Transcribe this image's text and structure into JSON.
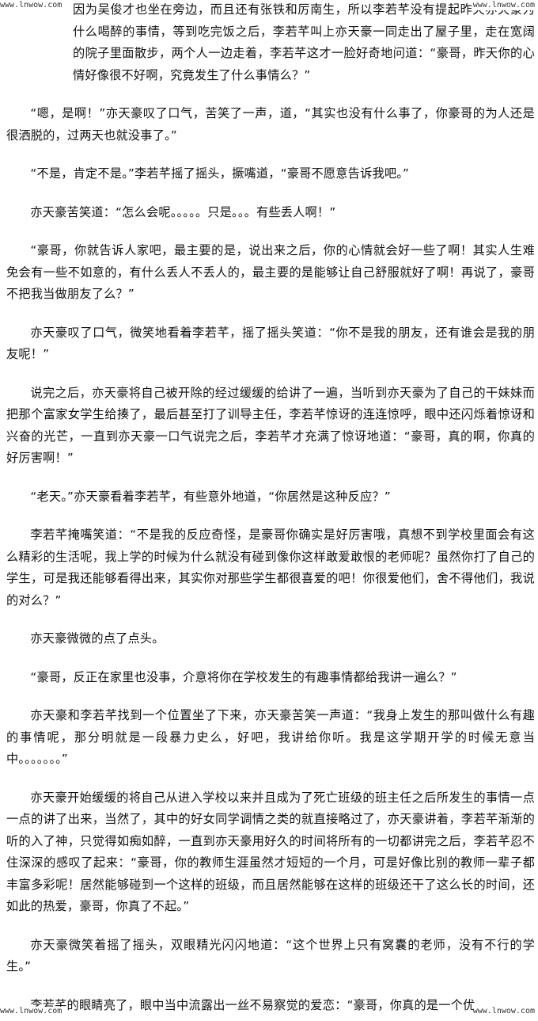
{
  "watermarks": {
    "top_left": "www.lnwow.com",
    "top_right": "www.lnwow.com",
    "bottom_left": "www.lnwow.com",
    "bottom_right": "www.lnwow.com"
  },
  "paragraphs": [
    "因为吴俊才也坐在旁边，而且还有张铁和厉南生，所以李若芊没有提起昨天亦天豪为什么喝醉的事情，等到吃完饭之后，李若芊叫上亦天豪一同走出了屋子里，走在宽阔的院子里面散步，两个人一边走着，李若芊这才一脸好奇地问道：“豪哥，昨天你的心情好像很不好啊，究竟发生了什么事情么？”",
    "“嗯，是啊！”亦天豪叹了口气，苦笑了一声，道，“其实也没有什么事了，你豪哥的为人还是很洒脱的，过两天也就没事了。”",
    "“不是，肯定不是。”李若芊摇了摇头，撅嘴道，“豪哥不愿意告诉我吧。”",
    "亦天豪苦笑道：“怎么会呢。。。。。只是。。。有些丢人啊！”",
    "“豪哥，你就告诉人家吧，最主要的是，说出来之后，你的心情就会好一些了啊！其实人生难免会有一些不如意的，有什么丢人不丢人的，最主要的是能够让自己舒服就好了啊！再说了，豪哥不把我当做朋友了么？”",
    "亦天豪叹了口气，微笑地看着李若芊，摇了摇头笑道：“你不是我的朋友，还有谁会是我的朋友呢！”",
    "说完之后，亦天豪将自己被开除的经过缓缓的给讲了一遍，当听到亦天豪为了自己的干妹妹而把那个富家女学生给揍了，最后甚至打了训导主任，李若芊惊讶的连连惊呼，眼中还闪烁着惊讶和兴奋的光芒，一直到亦天豪一口气说完之后，李若芊才充满了惊讶地道：“豪哥，真的啊，你真的好厉害啊！”",
    "“老天。”亦天豪看着李若芊，有些意外地道，“你居然是这种反应？”",
    "李若芊掩嘴笑道：“不是我的反应奇怪，是豪哥你确实是好厉害哦，真想不到学校里面会有这么精彩的生活呢，我上学的时候为什么就没有碰到像你这样敢爱敢恨的老师呢？虽然你打了自己的学生，可是我还能够看得出来，其实你对那些学生都很喜爱的吧！你很爱他们，舍不得他们，我说的对么？”",
    "亦天豪微微的点了点头。",
    "“豪哥，反正在家里也没事，介意将你在学校发生的有趣事情都给我讲一遍么？”",
    "亦天豪和李若芊找到一个位置坐了下来，亦天豪苦笑一声道：“我身上发生的那叫做什么有趣的事情呢，那分明就是一段暴力史么，好吧，我讲给你听。我是这学期开学的时候无意当中。。。。。。。”",
    "亦天豪开始缓缓的将自己从进入学校以来并且成为了死亡班级的班主任之后所发生的事情一点一点的讲了出来，当然了，其中的好女同学调情之类的就直接略过了，亦天豪讲着，李若芊渐渐的听的入了神，只觉得如痴如醉，一直到亦天豪用好久的时间将所有的一切都讲完之后，李若芊忍不住深深的感叹了起来：“豪哥，你的教师生涯虽然才短短的一个月，可是好像比别的教师一辈子都丰富多彩呢！居然能够碰到一个这样的班级，而且居然能够在这样的班级还干了这么长的时间，还如此的热爱，豪哥，你真了不起。”",
    "亦天豪微笑着摇了摇头，双眼精光闪闪地道：“这个世界上只有窝囊的老师，没有不行的学生。”",
    "李若芊的眼睛亮了，眼中当中流露出一丝不易察觉的爱恋：“豪哥，你真的是一个优"
  ]
}
